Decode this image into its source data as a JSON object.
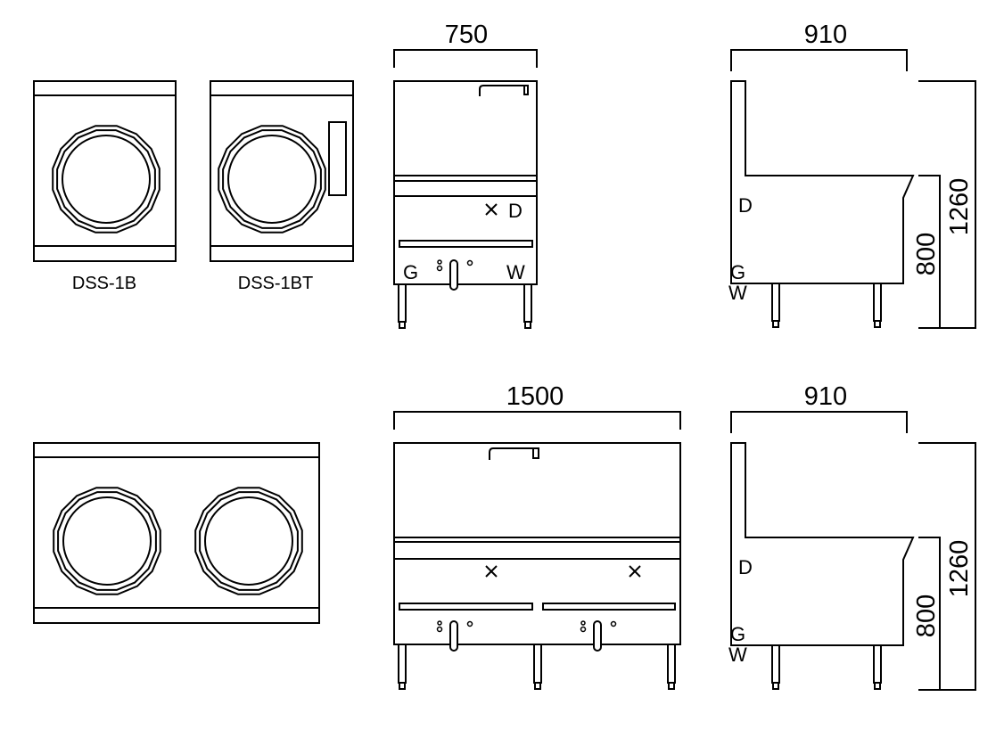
{
  "top_row": {
    "plan_views": [
      {
        "model": "DSS-1B"
      },
      {
        "model": "DSS-1BT"
      }
    ],
    "front_view": {
      "width_dim": "750",
      "labels": {
        "drain": "D",
        "gas": "G",
        "water": "W"
      }
    },
    "side_view": {
      "depth_dim": "910",
      "total_height_dim": "1260",
      "counter_height_dim": "800",
      "labels": {
        "drain": "D",
        "gas": "G",
        "water": "W"
      }
    }
  },
  "bottom_row": {
    "front_view": {
      "width_dim": "1500"
    },
    "side_view": {
      "depth_dim": "910",
      "total_height_dim": "1260",
      "counter_height_dim": "800",
      "labels": {
        "drain": "D",
        "gas": "G",
        "water": "W"
      }
    }
  },
  "colors": {
    "line": "#000000",
    "background": "#ffffff"
  }
}
